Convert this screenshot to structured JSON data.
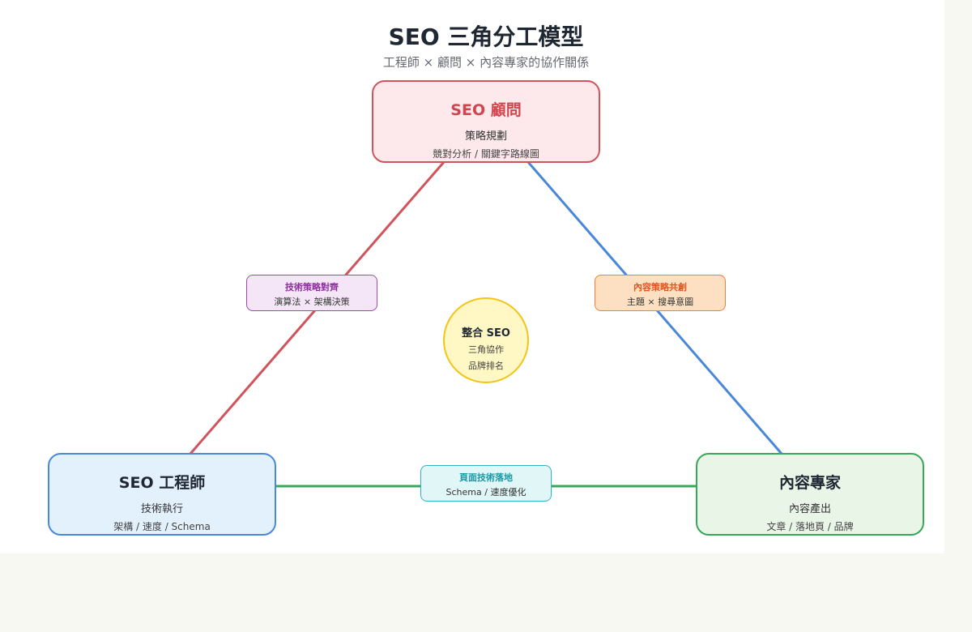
{
  "header": {
    "title": "SEO 三角分工模型",
    "subtitle": "工程師 × 顧問 × 內容專家的協作關係"
  },
  "nodes": {
    "consultant": {
      "title": "SEO 顧問",
      "subtitle": "策略規劃",
      "detail": "競對分析 / 關鍵字路線圖"
    },
    "engineer": {
      "title": "SEO 工程師",
      "subtitle": "技術執行",
      "detail": "架構 / 速度 / Schema"
    },
    "content": {
      "title": "內容專家",
      "subtitle": "內容產出",
      "detail": "文章 / 落地頁 / 品牌"
    }
  },
  "links": {
    "strategy": {
      "title": "技術策略對齊",
      "detail": "演算法 × 架構決策"
    },
    "content_strategy": {
      "title": "內容策略共創",
      "detail": "主題 × 搜尋意圖"
    },
    "tech": {
      "title": "頁面技術落地",
      "detail": "Schema / 速度優化"
    }
  },
  "center": {
    "title": "整合 SEO",
    "line1": "三角協作",
    "line2": "品牌排名"
  },
  "colors": {
    "consultant": "#d1545c",
    "engineer": "#4a87d8",
    "content": "#3aa659",
    "strategy_link": "#a048b0",
    "content_link": "#ee8238",
    "tech_link": "#2eb4c0",
    "center": "#f2c518"
  }
}
